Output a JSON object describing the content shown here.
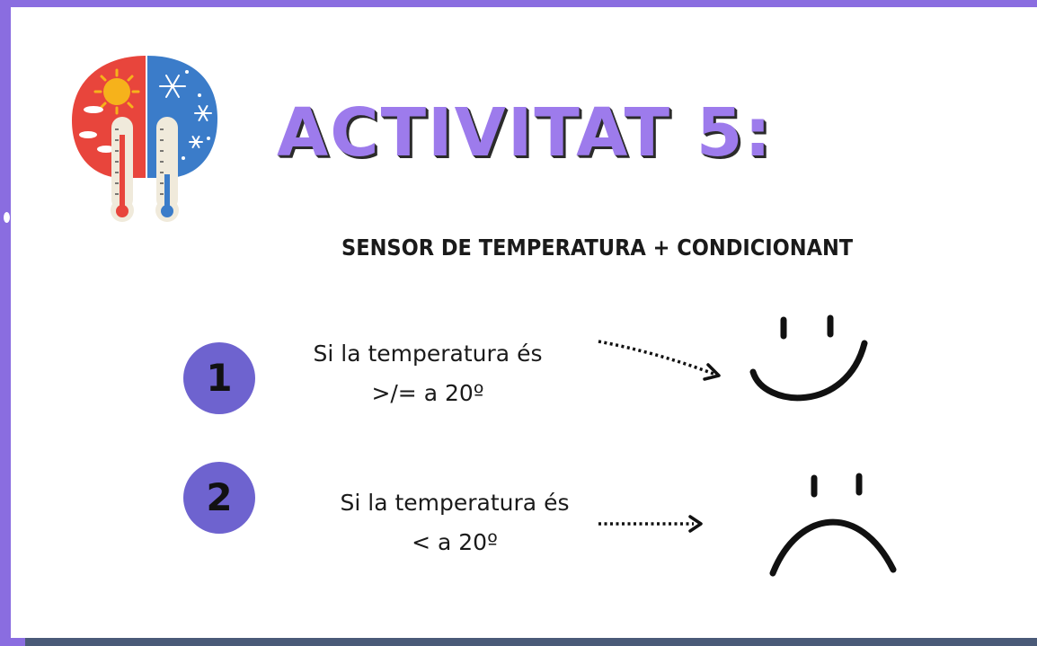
{
  "title": "ACTIVITAT 5:",
  "subtitle": "SENSOR DE TEMPERATURA + CONDICIONANT",
  "items": [
    {
      "number": "1",
      "line1": "Si la temperatura és",
      "line2": ">/= a 20º",
      "face_icon": "smiley-face-icon"
    },
    {
      "number": "2",
      "line1": "Si la temperatura és",
      "line2": "< a 20º",
      "face_icon": "sad-face-icon"
    }
  ],
  "colors": {
    "frame": "#8a6de0",
    "title": "#9d7bec",
    "badge": "#6e63cf",
    "hot": "#e8453c",
    "cold": "#3b7cc9"
  },
  "icons": {
    "logo": "hot-cold-thermometer-icon",
    "sun": "sun-icon",
    "snow": "snowflake-icon",
    "arrow": "dotted-arrow-icon"
  }
}
